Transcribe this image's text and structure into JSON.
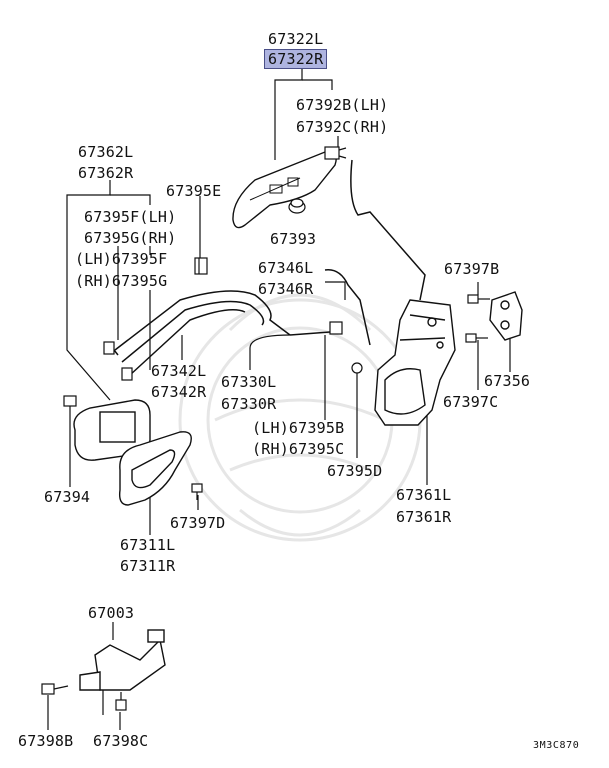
{
  "diagram_code": "3M3C870",
  "highlight_color": "#aeb4e0",
  "labels": {
    "p67322L": "67322L",
    "p67322R": "67322R",
    "p67392B": "67392B(LH)",
    "p67392C": "67392C(RH)",
    "p67362L": "67362L",
    "p67362R": "67362R",
    "p67395E": "67395E",
    "p67395F": "67395F(LH)",
    "p67395G": "67395G(RH)",
    "p67395F_lh": "(LH)67395F",
    "p67395G_rh": "(RH)67395G",
    "p67393": "67393",
    "p67346L": "67346L",
    "p67346R": "67346R",
    "p67397B": "67397B",
    "p67342L": "67342L",
    "p67342R": "67342R",
    "p67330L": "67330L",
    "p67330R": "67330R",
    "p67356": "67356",
    "p67397C": "67397C",
    "p67395B": "(LH)67395B",
    "p67395C": "(RH)67395C",
    "p67395D": "67395D",
    "p67394": "67394",
    "p67361L": "67361L",
    "p67361R": "67361R",
    "p67397D": "67397D",
    "p67311L": "67311L",
    "p67311R": "67311R",
    "p67003": "67003",
    "p67398B": "67398B",
    "p67398C": "67398C"
  }
}
